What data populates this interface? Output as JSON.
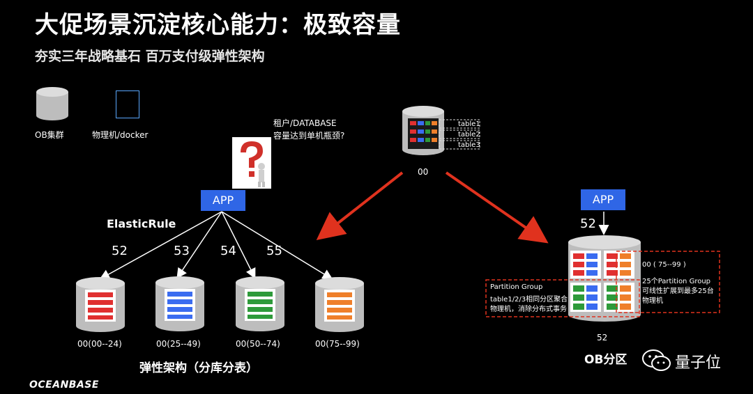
{
  "title": "大促场景沉淀核心能力：极致容量",
  "subtitle": "夯实三年战略基石 百万支付级弹性架构",
  "legend": {
    "ob_cluster_label": "OB集群",
    "machine_label": "物理机/docker"
  },
  "question": {
    "line1": "租户/DATABASE",
    "line2": "容量达到单机瓶颈?"
  },
  "source_db": {
    "label": "00",
    "tables": [
      "table1",
      "table2",
      "table3"
    ]
  },
  "left": {
    "app_label": "APP",
    "rule_label": "ElasticRule",
    "edge_labels": [
      "52",
      "53",
      "54",
      "55"
    ],
    "dbs": [
      {
        "label": "00(00--24)",
        "color": "#e03030"
      },
      {
        "label": "00(25--49)",
        "color": "#3a6cf0"
      },
      {
        "label": "00(50--74)",
        "color": "#2e9a3a"
      },
      {
        "label": "00(75--99)",
        "color": "#ef7f2a"
      }
    ],
    "caption": "弹性架构（分库分表）"
  },
  "right": {
    "app_label": "APP",
    "edge_label": "52",
    "db_label": "52",
    "range_label": "00 ( 75--99 )",
    "scale_note": "25个Partition Group可线性扩展到最多25台物理机",
    "pg_title": "Partition Group",
    "pg_note": "table1/2/3相同分区聚合物理机，消除分布式事务",
    "caption": "OB分区"
  },
  "brand": "OCEANBASE",
  "watermark": "量子位",
  "colors": {
    "arrow_red": "#e0321e",
    "app_blue": "#2f66e6",
    "dash_red": "#e0321e"
  }
}
